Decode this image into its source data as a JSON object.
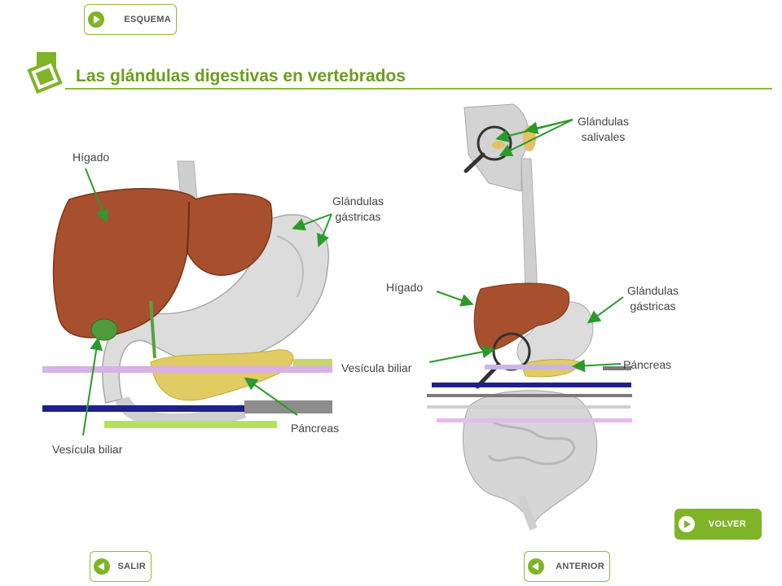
{
  "nav": {
    "esquema": "ESQUEMA",
    "volver": "VOLVER",
    "salir": "SALIR",
    "anterior": "ANTERIOR"
  },
  "page": {
    "title": "Las glándulas digestivas en vertebrados"
  },
  "left_figure": {
    "labels": {
      "higado": "Hígado",
      "glandulas_gastricas_1": "Glándulas",
      "glandulas_gastricas_2": "gástricas",
      "vesicula_biliar": "Vesícula biliar",
      "pancreas": "Páncreas"
    }
  },
  "right_figure": {
    "labels": {
      "glandulas_salivales_1": "Glándulas",
      "glandulas_salivales_2": "salivales",
      "higado": "Hígado",
      "glandulas_gastricas_1": "Glándulas",
      "glandulas_gastricas_2": "gástricas",
      "vesicula_biliar": "Vesícula biliar",
      "pancreas": "Páncreas"
    }
  },
  "colors": {
    "accent": "#7fb428",
    "title": "#6a9e1c",
    "arrow": "#2a9a2a",
    "liver": "#a8502e",
    "stomach": "#d8d8d8",
    "pancreas": "#d9c45a"
  },
  "icons": [
    "play-right-icon",
    "play-left-icon",
    "magnifier-icon",
    "stacked-squares-logo"
  ]
}
